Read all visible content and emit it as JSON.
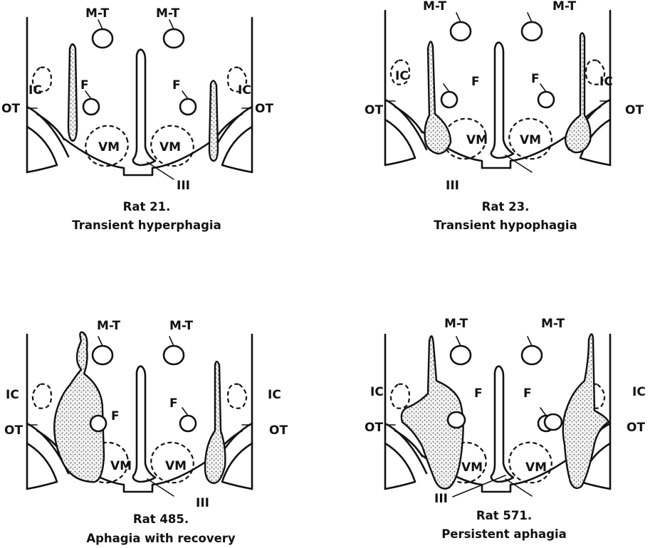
{
  "labels": {
    "mammillothalamic": "M-T",
    "fornix": "F",
    "internal_capsule": "IC",
    "optic_tract": "OT",
    "ventromedial": "VM",
    "third_ventricle": "III"
  },
  "panels": [
    {
      "rat": "Rat 21.",
      "effect": "Transient hyperphagia"
    },
    {
      "rat": "Rat 23.",
      "effect": "Transient hypophagia"
    },
    {
      "rat": "Rat 485.",
      "effect": "Aphagia with recovery"
    },
    {
      "rat": "Rat 571.",
      "effect": "Persistent aphagia"
    }
  ]
}
